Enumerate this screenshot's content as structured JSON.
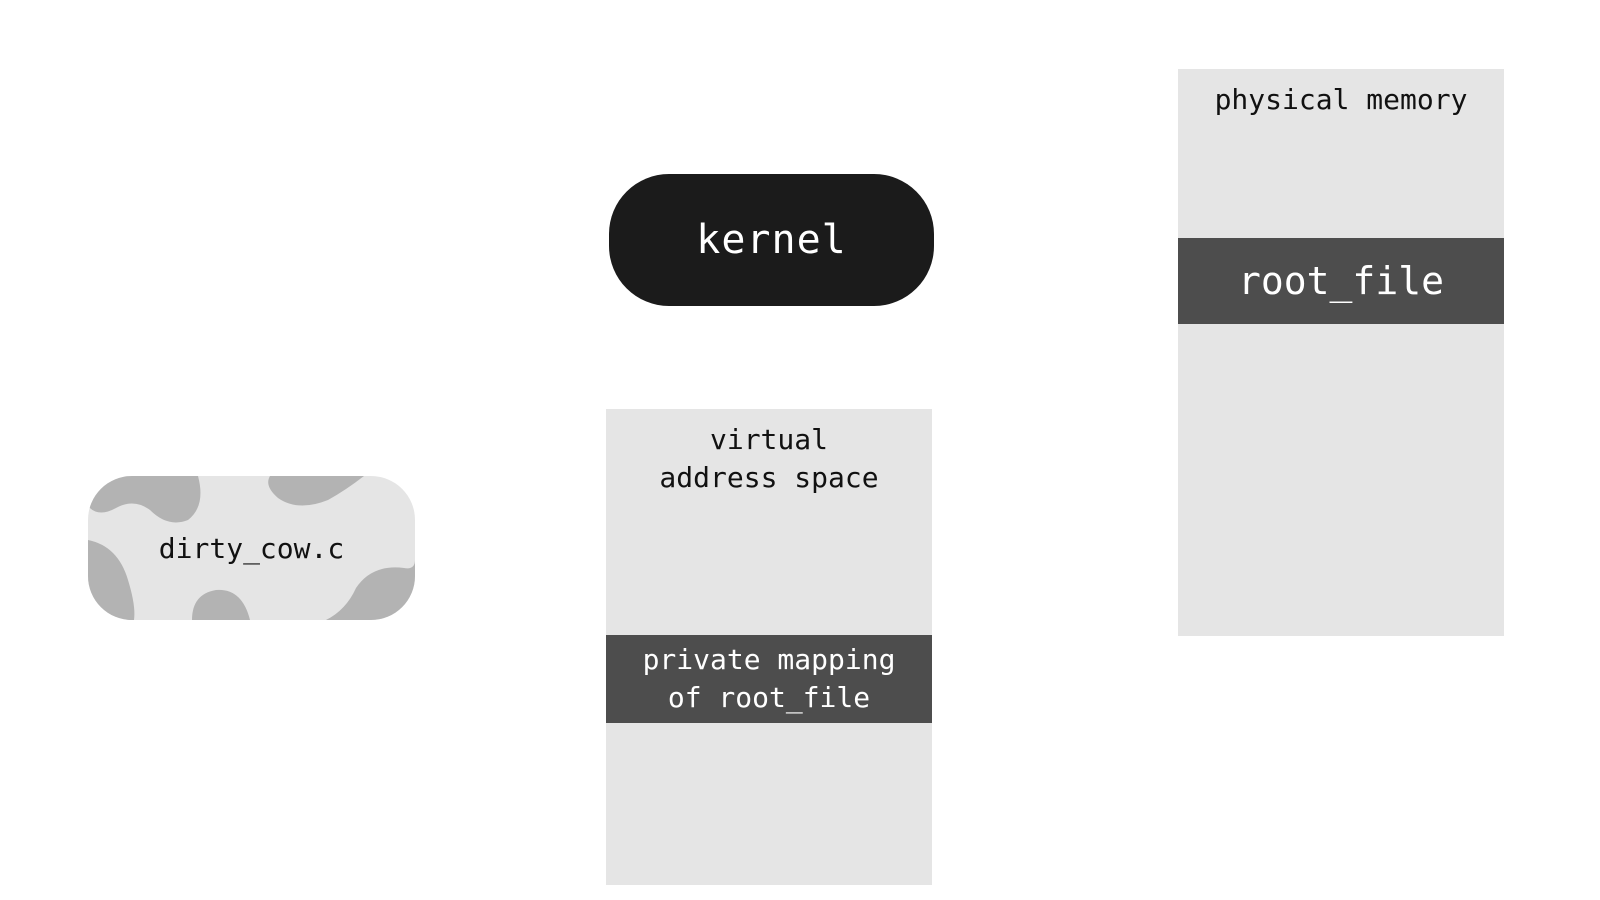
{
  "process": {
    "label": "dirty_cow.c"
  },
  "kernel": {
    "label": "kernel"
  },
  "virtual_address_space": {
    "title_line1": "virtual",
    "title_line2": "address space",
    "mapping_line1": "private mapping",
    "mapping_line2": "of root_file"
  },
  "physical_memory": {
    "title": "physical memory",
    "region_label": "root_file"
  },
  "colors": {
    "box_fill": "#e5e5e5",
    "region_fill": "#4d4d4d",
    "kernel_fill": "#1b1b1b",
    "cow_spots": "#b3b3b3"
  }
}
